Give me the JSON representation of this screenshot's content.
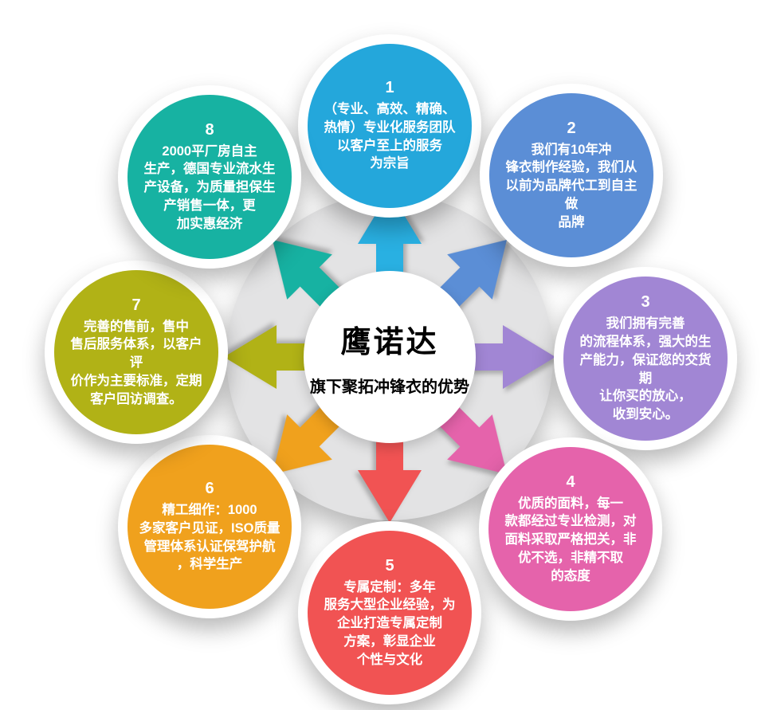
{
  "center": {
    "title": "鹰诺达",
    "subtitle": "旗下聚拓冲锋衣的优势",
    "ring_color": "#e3e3e4",
    "inner_color": "#ffffff"
  },
  "circles": [
    {
      "number": "1",
      "color": "#24a7db",
      "text": "（专业、高效、精确、\n热情）专业化服务团队\n以客户至上的服务\n为宗旨"
    },
    {
      "number": "2",
      "color": "#5b8ed6",
      "text": "我们有10年冲\n锋衣制作经验，我们从\n以前为品牌代工到自主做\n品牌"
    },
    {
      "number": "3",
      "color": "#a186d4",
      "text": "我们拥有完善\n的流程体系，强大的生\n产能力，保证您的交货期\n让你买的放心，\n收到安心。"
    },
    {
      "number": "4",
      "color": "#e563ab",
      "text": "优质的面料，每一\n款都经过专业检测，对\n面料采取严格把关，非\n优不选，非精不取\n的态度"
    },
    {
      "number": "5",
      "color": "#f15353",
      "text": "专属定制：多年\n服务大型企业经验，为\n企业打造专属定制\n方案，彰显企业\n个性与文化"
    },
    {
      "number": "6",
      "color": "#f0a11d",
      "text": "精工细作：1000\n多家客户见证，ISO质量\n管理体系认证保驾护航\n，科学生产"
    },
    {
      "number": "7",
      "color": "#b1b216",
      "text": "完善的售前，售中\n售后服务体系，以客户评\n价作为主要标准，定期\n客户回访调查。"
    },
    {
      "number": "8",
      "color": "#17b2a2",
      "text": "2000平厂房自主\n生产，德国专业流水生\n产设备，为质量担保生\n产销售一体，更\n加实惠经济"
    }
  ],
  "arrows": [
    {
      "direction": "up",
      "color": "#29b0e2"
    },
    {
      "direction": "up-right",
      "color": "#5b8ed6"
    },
    {
      "direction": "right",
      "color": "#a186d4"
    },
    {
      "direction": "down-right",
      "color": "#e563ab"
    },
    {
      "direction": "down",
      "color": "#f15353"
    },
    {
      "direction": "down-left",
      "color": "#f0a11d"
    },
    {
      "direction": "left",
      "color": "#b1b216"
    },
    {
      "direction": "up-left",
      "color": "#17b2a2"
    }
  ]
}
